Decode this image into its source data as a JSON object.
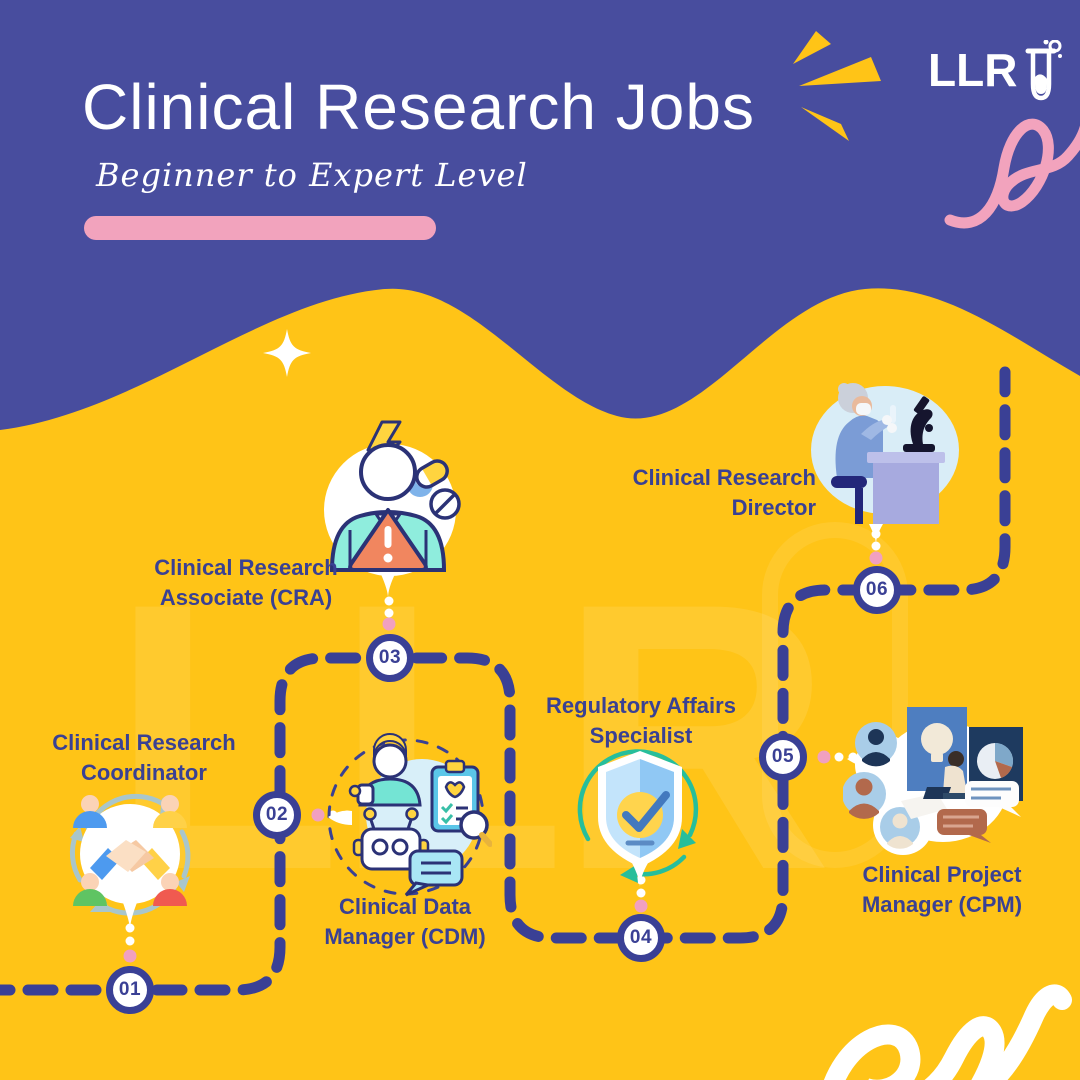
{
  "poster": {
    "title": "Clinical Research Jobs",
    "subtitle": "Beginner to Expert Level",
    "brand": "LLR",
    "watermark": "LLR"
  },
  "milestones": [
    {
      "number": "01",
      "label": "Clinical Research Coordinator",
      "icon": "handshake-collaboration-icon"
    },
    {
      "number": "02",
      "label": "Clinical Data Manager (CDM)",
      "icon": "data-manager-robot-icon"
    },
    {
      "number": "03",
      "label": "Clinical Research Associate (CRA)",
      "icon": "person-warning-icon"
    },
    {
      "number": "04",
      "label": "Regulatory Affairs Specialist",
      "icon": "shield-check-icon"
    },
    {
      "number": "05",
      "label": "Clinical Project Manager (CPM)",
      "icon": "project-team-icon"
    },
    {
      "number": "06",
      "label": "Clinical Research Director",
      "icon": "scientist-microscope-icon"
    }
  ],
  "colors": {
    "background_blue": "#484D9E",
    "background_yellow": "#FFC417",
    "accent_pink": "#F2A3BD",
    "path_navy": "#3A4095",
    "label_navy": "#3A4193",
    "dot_pink": "#F1A0C0",
    "white": "#FFFFFF"
  }
}
